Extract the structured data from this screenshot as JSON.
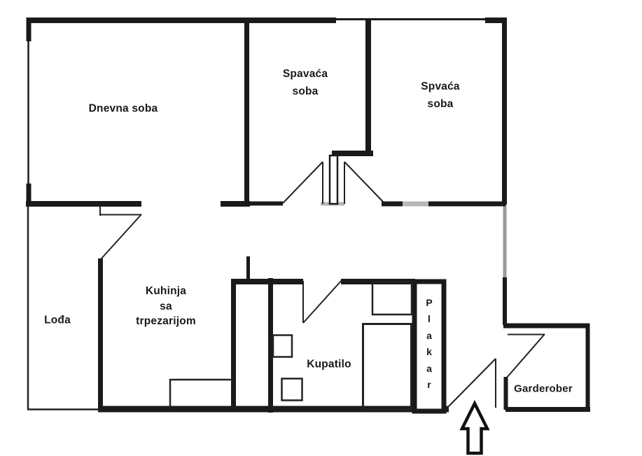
{
  "plan": {
    "type": "apartment-floor-plan",
    "rooms": {
      "living": {
        "label": "Dnevna soba"
      },
      "bedroom1": {
        "label": "Spavaća\nsoba"
      },
      "bedroom2": {
        "label": "Spvaća\nsoba"
      },
      "loggia": {
        "label": "Lođa"
      },
      "kitchen": {
        "label": "Kuhinja\nsa\ntrpezarijom"
      },
      "bathroom": {
        "label": "Kupatilo"
      },
      "closet": {
        "label": "P\nl\na\nk\na\nr"
      },
      "wardrobe": {
        "label": "Garderober"
      }
    },
    "icons": {
      "entrance_arrow": "up-arrow"
    },
    "colors": {
      "wall": "#1a1a1a",
      "faded_wall": "#9a9a9a",
      "thin_line": "#222222",
      "background": "#ffffff"
    }
  }
}
